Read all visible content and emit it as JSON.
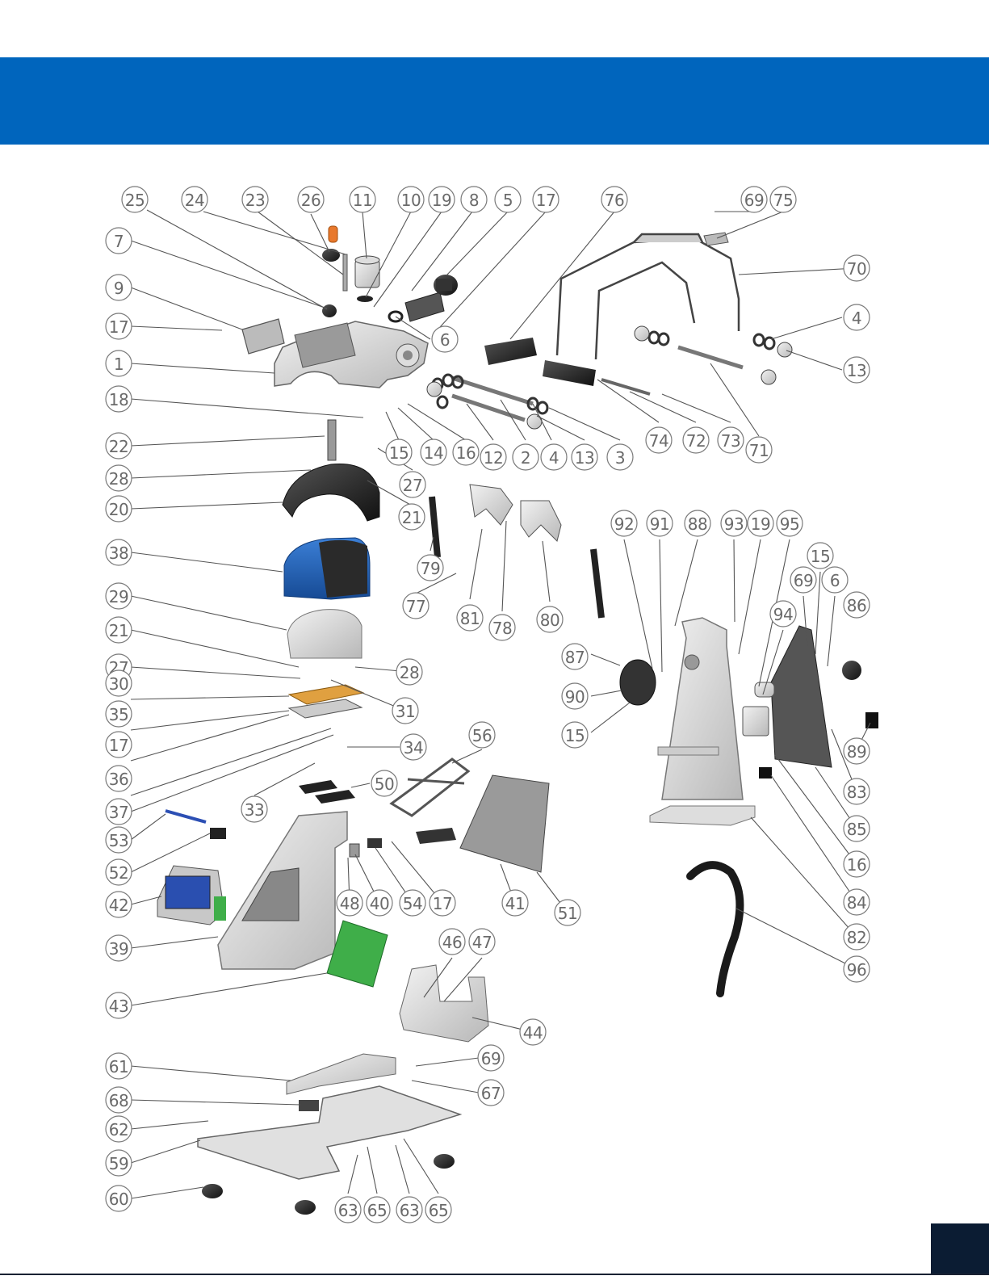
{
  "colors": {
    "banner": "#0065bd",
    "page_tab": "#0b1c33",
    "callout_stroke": "#7a7a7a",
    "part_gray": "#d8d8d8",
    "cover_blue": "#1f5fb0",
    "cover_black": "#1a1a1a",
    "pad_orange": "#e0a040",
    "board_green": "#3fae49",
    "screen_blue": "#2a4fb0",
    "pin_orange": "#e8782c"
  },
  "callouts": [
    {
      "id": "c25",
      "label": "25"
    },
    {
      "id": "c24",
      "label": "24"
    },
    {
      "id": "c23",
      "label": "23"
    },
    {
      "id": "c26",
      "label": "26"
    },
    {
      "id": "c11",
      "label": "11"
    },
    {
      "id": "c10",
      "label": "10"
    },
    {
      "id": "c19a",
      "label": "19"
    },
    {
      "id": "c8",
      "label": "8"
    },
    {
      "id": "c5",
      "label": "5"
    },
    {
      "id": "c17a",
      "label": "17"
    },
    {
      "id": "c76",
      "label": "76"
    },
    {
      "id": "c69a",
      "label": "69"
    },
    {
      "id": "c75",
      "label": "75"
    },
    {
      "id": "c7",
      "label": "7"
    },
    {
      "id": "c70",
      "label": "70"
    },
    {
      "id": "c9",
      "label": "9"
    },
    {
      "id": "c17b",
      "label": "17"
    },
    {
      "id": "c6a",
      "label": "6"
    },
    {
      "id": "c4a",
      "label": "4"
    },
    {
      "id": "c1",
      "label": "1"
    },
    {
      "id": "c13a",
      "label": "13"
    },
    {
      "id": "c18",
      "label": "18"
    },
    {
      "id": "c15a",
      "label": "15"
    },
    {
      "id": "c14",
      "label": "14"
    },
    {
      "id": "c16a",
      "label": "16"
    },
    {
      "id": "c12",
      "label": "12"
    },
    {
      "id": "c2",
      "label": "2"
    },
    {
      "id": "c4b",
      "label": "4"
    },
    {
      "id": "c13b",
      "label": "13"
    },
    {
      "id": "c3",
      "label": "3"
    },
    {
      "id": "c74",
      "label": "74"
    },
    {
      "id": "c72",
      "label": "72"
    },
    {
      "id": "c73",
      "label": "73"
    },
    {
      "id": "c71",
      "label": "71"
    },
    {
      "id": "c22",
      "label": "22"
    },
    {
      "id": "c28a",
      "label": "28"
    },
    {
      "id": "c27a",
      "label": "27"
    },
    {
      "id": "c21a",
      "label": "21"
    },
    {
      "id": "c20",
      "label": "20"
    },
    {
      "id": "c38",
      "label": "38"
    },
    {
      "id": "c79",
      "label": "79"
    },
    {
      "id": "c77",
      "label": "77"
    },
    {
      "id": "c81",
      "label": "81"
    },
    {
      "id": "c78",
      "label": "78"
    },
    {
      "id": "c80",
      "label": "80"
    },
    {
      "id": "c92",
      "label": "92"
    },
    {
      "id": "c91",
      "label": "91"
    },
    {
      "id": "c88",
      "label": "88"
    },
    {
      "id": "c93",
      "label": "93"
    },
    {
      "id": "c19b",
      "label": "19"
    },
    {
      "id": "c95",
      "label": "95"
    },
    {
      "id": "c15b",
      "label": "15"
    },
    {
      "id": "c69b",
      "label": "69"
    },
    {
      "id": "c6b",
      "label": "6"
    },
    {
      "id": "c94",
      "label": "94"
    },
    {
      "id": "c86",
      "label": "86"
    },
    {
      "id": "c29",
      "label": "29"
    },
    {
      "id": "c21b",
      "label": "21"
    },
    {
      "id": "c27b",
      "label": "27"
    },
    {
      "id": "c28b",
      "label": "28"
    },
    {
      "id": "c87",
      "label": "87"
    },
    {
      "id": "c30",
      "label": "30"
    },
    {
      "id": "c90",
      "label": "90"
    },
    {
      "id": "c31",
      "label": "31"
    },
    {
      "id": "c35",
      "label": "35"
    },
    {
      "id": "c15c",
      "label": "15"
    },
    {
      "id": "c17c",
      "label": "17"
    },
    {
      "id": "c89",
      "label": "89"
    },
    {
      "id": "c34",
      "label": "34"
    },
    {
      "id": "c56",
      "label": "56"
    },
    {
      "id": "c36",
      "label": "36"
    },
    {
      "id": "c83",
      "label": "83"
    },
    {
      "id": "c37",
      "label": "37"
    },
    {
      "id": "c50",
      "label": "50"
    },
    {
      "id": "c33",
      "label": "33"
    },
    {
      "id": "c85",
      "label": "85"
    },
    {
      "id": "c53",
      "label": "53"
    },
    {
      "id": "c16b",
      "label": "16"
    },
    {
      "id": "c52",
      "label": "52"
    },
    {
      "id": "c84",
      "label": "84"
    },
    {
      "id": "c42",
      "label": "42"
    },
    {
      "id": "c48",
      "label": "48"
    },
    {
      "id": "c40",
      "label": "40"
    },
    {
      "id": "c54",
      "label": "54"
    },
    {
      "id": "c17d",
      "label": "17"
    },
    {
      "id": "c41",
      "label": "41"
    },
    {
      "id": "c51",
      "label": "51"
    },
    {
      "id": "c82",
      "label": "82"
    },
    {
      "id": "c39",
      "label": "39"
    },
    {
      "id": "c46",
      "label": "46"
    },
    {
      "id": "c47",
      "label": "47"
    },
    {
      "id": "c96",
      "label": "96"
    },
    {
      "id": "c43",
      "label": "43"
    },
    {
      "id": "c44",
      "label": "44"
    },
    {
      "id": "c69c",
      "label": "69"
    },
    {
      "id": "c61",
      "label": "61"
    },
    {
      "id": "c67",
      "label": "67"
    },
    {
      "id": "c68",
      "label": "68"
    },
    {
      "id": "c62",
      "label": "62"
    },
    {
      "id": "c59",
      "label": "59"
    },
    {
      "id": "c60",
      "label": "60"
    },
    {
      "id": "c63a",
      "label": "63"
    },
    {
      "id": "c65a",
      "label": "65"
    },
    {
      "id": "c63b",
      "label": "63"
    },
    {
      "id": "c65b",
      "label": "65"
    }
  ]
}
